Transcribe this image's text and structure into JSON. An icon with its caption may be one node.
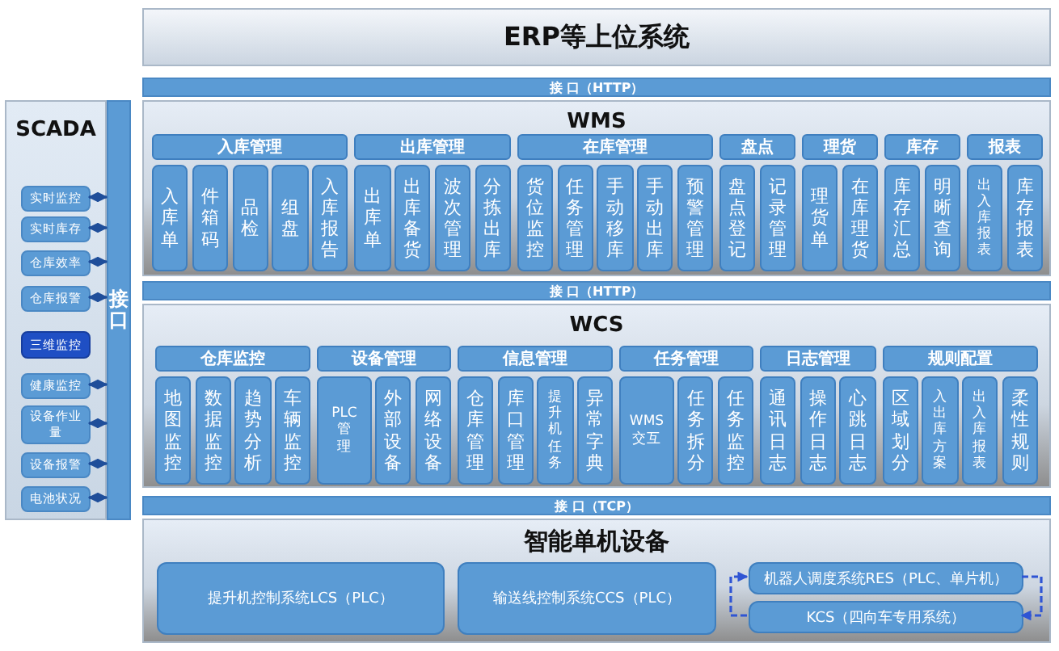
{
  "diagram": {
    "nodes": [
      {
        "text": [
          "ERP等上位系统"
        ]
      },
      {
        "text": [
          "接 口（HTTP）"
        ]
      },
      {
        "text": [
          "WMS"
        ]
      },
      {
        "text": [
          "入库管理"
        ],
        "in": 2
      },
      {
        "text": [
          "出库管理"
        ],
        "in": 2
      },
      {
        "text": [
          "在库管理"
        ],
        "in": 2
      },
      {
        "text": [
          "盘点"
        ],
        "in": 2
      },
      {
        "text": [
          "理货"
        ],
        "in": 2
      },
      {
        "text": [
          "库存"
        ],
        "in": 2
      },
      {
        "text": [
          "报表"
        ],
        "in": 2
      },
      {
        "text": [
          "入库单"
        ],
        "in": 2
      },
      {
        "text": [
          "件箱码"
        ],
        "in": 2
      },
      {
        "text": [
          "品检"
        ],
        "in": 2
      },
      {
        "text": [
          "组盘"
        ],
        "in": 2
      },
      {
        "text": [
          "入库报告"
        ],
        "in": 2
      },
      {
        "text": [
          "出库单"
        ],
        "in": 2
      },
      {
        "text": [
          "出库备货"
        ],
        "in": 2
      },
      {
        "text": [
          "波次管理"
        ],
        "in": 2
      },
      {
        "text": [
          "分拣出库"
        ],
        "in": 2
      },
      {
        "text": [
          "货位监控"
        ],
        "in": 2
      },
      {
        "text": [
          "任务管理"
        ],
        "in": 2
      },
      {
        "text": [
          "手动移库"
        ],
        "in": 2
      },
      {
        "text": [
          "手动出库"
        ],
        "in": 2
      },
      {
        "text": [
          "预警管理"
        ],
        "in": 2
      },
      {
        "text": [
          "盘点登记"
        ],
        "in": 2
      },
      {
        "text": [
          "记录管理"
        ],
        "in": 2
      },
      {
        "text": [
          "理货单"
        ],
        "in": 2
      },
      {
        "text": [
          "在库理货"
        ],
        "in": 2
      },
      {
        "text": [
          "库存汇总"
        ],
        "in": 2
      },
      {
        "text": [
          "明晰查询"
        ],
        "in": 2
      },
      {
        "text": [
          "出入库报表"
        ],
        "in": 2
      },
      {
        "text": [
          "库存报表"
        ],
        "in": 2
      },
      {
        "text": [
          "接 口（HTTP）"
        ]
      },
      {
        "text": [
          "WCS"
        ]
      },
      {
        "text": [
          "仓库监控"
        ],
        "in": 33
      },
      {
        "text": [
          "设备管理"
        ],
        "in": 33
      },
      {
        "text": [
          "信息管理"
        ],
        "in": 33
      },
      {
        "text": [
          "任务管理"
        ],
        "in": 33
      },
      {
        "text": [
          "日志管理"
        ],
        "in": 33
      },
      {
        "text": [
          "规则配置"
        ],
        "in": 33
      },
      {
        "text": [
          "地图监控"
        ],
        "in": 33
      },
      {
        "text": [
          "数据监控"
        ],
        "in": 33
      },
      {
        "text": [
          "趋势分析"
        ],
        "in": 33
      },
      {
        "text": [
          "车辆监控"
        ],
        "in": 33
      },
      {
        "text": [
          "PLC管理"
        ],
        "in": 33
      },
      {
        "text": [
          "外部设备"
        ],
        "in": 33
      },
      {
        "text": [
          "网络设备"
        ],
        "in": 33
      },
      {
        "text": [
          "仓库管理"
        ],
        "in": 33
      },
      {
        "text": [
          "库口管理"
        ],
        "in": 33
      },
      {
        "text": [
          "提升机任务"
        ],
        "in": 33
      },
      {
        "text": [
          "异常字典"
        ],
        "in": 33
      },
      {
        "text": [
          "WMS交互"
        ],
        "in": 33
      },
      {
        "text": [
          "任务拆分"
        ],
        "in": 33
      },
      {
        "text": [
          "任务监控"
        ],
        "in": 33
      },
      {
        "text": [
          "通讯日志"
        ],
        "in": 33
      },
      {
        "text": [
          "操作日志"
        ],
        "in": 33
      },
      {
        "text": [
          "心跳日志"
        ],
        "in": 33
      },
      {
        "text": [
          "区域划分"
        ],
        "in": 33
      },
      {
        "text": [
          "入出库方案"
        ],
        "in": 33
      },
      {
        "text": [
          "出入库报表"
        ],
        "in": 33
      },
      {
        "text": [
          "柔性规则"
        ],
        "in": 33
      },
      {
        "text": [
          "接 口（TCP）"
        ]
      },
      {
        "text": [
          "智能单机设备"
        ]
      },
      {
        "text": [
          "提升机控制系统LCS（PLC）"
        ],
        "in": 62
      },
      {
        "text": [
          "输送线控制系统CCS（PLC）"
        ],
        "in": 62
      },
      {
        "text": [
          "机器人调度系统RES（PLC、单片机）"
        ],
        "in": 62
      },
      {
        "text": [
          "KCS（四向车专用系统）"
        ],
        "in": 62
      },
      {
        "text": [
          "SCADA"
        ]
      },
      {
        "text": [
          "实时监控"
        ],
        "in": 67
      },
      {
        "text": [
          "实时库存"
        ],
        "in": 67
      },
      {
        "text": [
          "仓库效率"
        ],
        "in": 67
      },
      {
        "text": [
          "仓库报警"
        ],
        "in": 67
      },
      {
        "text": [
          "三维监控"
        ],
        "in": 67
      },
      {
        "text": [
          "健康监控"
        ],
        "in": 67
      },
      {
        "text": [
          "设备作业量"
        ],
        "in": 67
      },
      {
        "text": [
          "设备报警"
        ],
        "in": 67
      },
      {
        "text": [
          "电池状况"
        ],
        "in": 67
      },
      {
        "text": [
          "接口"
        ]
      }
    ],
    "edges": [
      {
        "from": 68,
        "to": 77,
        "arrow": "both"
      },
      {
        "from": 69,
        "to": 77,
        "arrow": "both"
      },
      {
        "from": 70,
        "to": 77,
        "arrow": "both"
      },
      {
        "from": 71,
        "to": 77,
        "arrow": "both"
      },
      {
        "from": 73,
        "to": 77,
        "arrow": "both"
      },
      {
        "from": 74,
        "to": 77,
        "arrow": "both"
      },
      {
        "from": 75,
        "to": 77,
        "arrow": "both"
      },
      {
        "from": 76,
        "to": 77,
        "arrow": "both"
      },
      {
        "from": 65,
        "to": 66,
        "arrow": "to",
        "style": "dashed",
        "color": "#2f55d4"
      },
      {
        "from": 66,
        "to": 65,
        "arrow": "to",
        "style": "dashed",
        "color": "#2f55d4"
      }
    ]
  }
}
